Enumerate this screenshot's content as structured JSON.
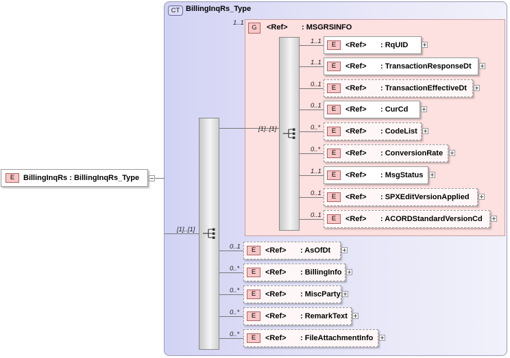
{
  "root": {
    "badge": "E",
    "label": "BillingInqRs : BillingInqRs_Type"
  },
  "complex_type": {
    "badge": "CT",
    "title": "BillingInqRs_Type"
  },
  "group": {
    "badge": "G",
    "ref": "<Ref>",
    "name": ": MSGRSINFO",
    "occurrence": "1..1"
  },
  "outer_sequence": {
    "occurrence": "[1]..[1]"
  },
  "inner_sequence": {
    "occurrence": "[1]..[1]"
  },
  "group_elements": [
    {
      "badge": "E",
      "ref": "<Ref>",
      "name": ": RqUID",
      "occurrence": "1..1",
      "optional": false
    },
    {
      "badge": "E",
      "ref": "<Ref>",
      "name": ": TransactionResponseDt",
      "occurrence": "1..1",
      "optional": false
    },
    {
      "badge": "E",
      "ref": "<Ref>",
      "name": ": TransactionEffectiveDt",
      "occurrence": "0..1",
      "optional": true
    },
    {
      "badge": "E",
      "ref": "<Ref>",
      "name": ": CurCd",
      "occurrence": "0..1",
      "optional": false
    },
    {
      "badge": "E",
      "ref": "<Ref>",
      "name": ": CodeList",
      "occurrence": "0..*",
      "optional": true
    },
    {
      "badge": "E",
      "ref": "<Ref>",
      "name": ": ConversionRate",
      "occurrence": "0..*",
      "optional": true
    },
    {
      "badge": "E",
      "ref": "<Ref>",
      "name": ": MsgStatus",
      "occurrence": "1..1",
      "optional": false
    },
    {
      "badge": "E",
      "ref": "<Ref>",
      "name": ": SPXEditVersionApplied",
      "occurrence": "0..1",
      "optional": true
    },
    {
      "badge": "E",
      "ref": "<Ref>",
      "name": ": ACORDStandardVersionCd",
      "occurrence": "0..1",
      "optional": true
    }
  ],
  "outer_elements": [
    {
      "badge": "E",
      "ref": "<Ref>",
      "name": ": AsOfDt",
      "occurrence": "0..1",
      "optional": true
    },
    {
      "badge": "E",
      "ref": "<Ref>",
      "name": ": BillingInfo",
      "occurrence": "0..*",
      "optional": true
    },
    {
      "badge": "E",
      "ref": "<Ref>",
      "name": ": MiscParty",
      "occurrence": "0..*",
      "optional": true
    },
    {
      "badge": "E",
      "ref": "<Ref>",
      "name": ": RemarkText",
      "occurrence": "0..*",
      "optional": true
    },
    {
      "badge": "E",
      "ref": "<Ref>",
      "name": ": FileAttachmentInfo",
      "occurrence": "0..*",
      "optional": true
    }
  ]
}
